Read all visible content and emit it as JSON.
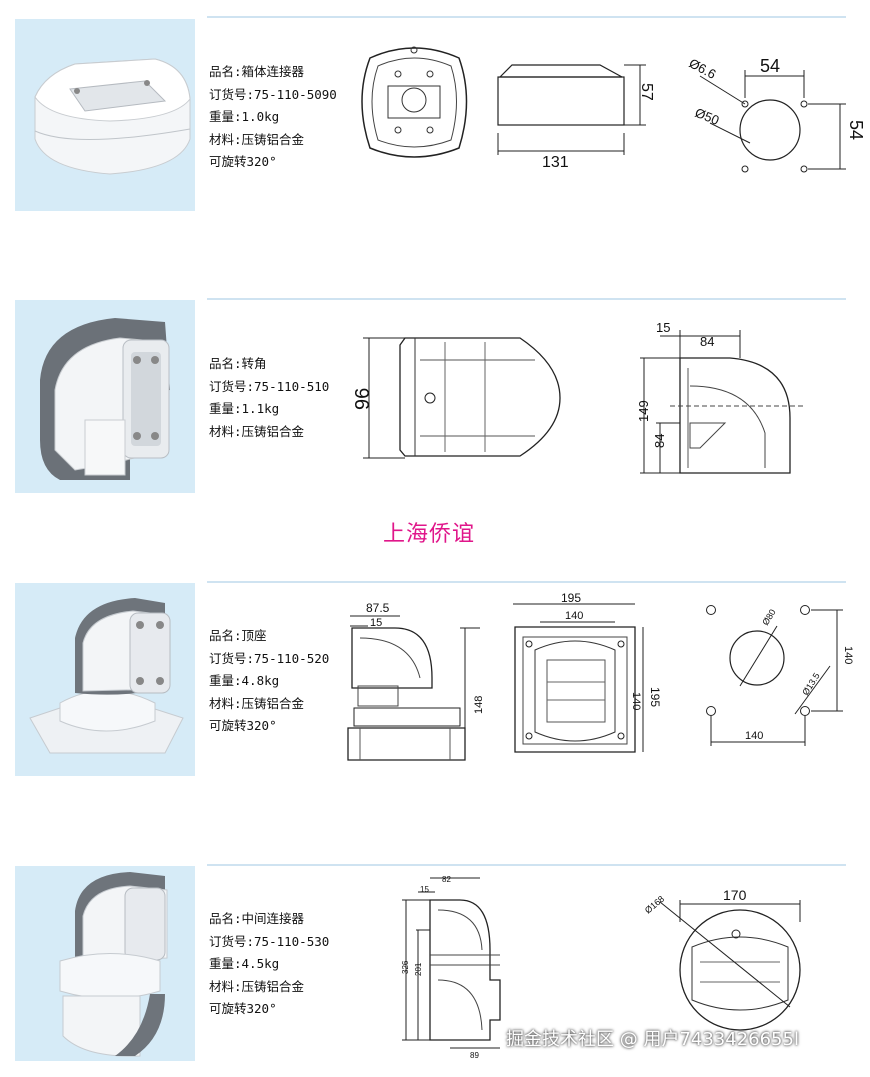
{
  "brand_text": "上海侨谊",
  "watermark_text": "掘金技术社区 @ 用户7433426655l",
  "products": [
    {
      "name_line": "品名:箱体连接器",
      "order_line": "订货号:75-110-5090",
      "weight_line": "重量:1.0kg",
      "material_line": "材料:压铸铝合金",
      "rotate_line": "可旋转320°",
      "dims": {
        "height": "57",
        "width": "131",
        "hole_dia": "Ø6.6",
        "circle_dia": "Ø50",
        "spacing_h": "54",
        "spacing_v": "54"
      }
    },
    {
      "name_line": "品名:转角",
      "order_line": "订货号:75-110-510",
      "weight_line": "重量:1.1kg",
      "material_line": "材料:压铸铝合金",
      "dims": {
        "height": "96",
        "top_offset": "15",
        "top_width": "84",
        "total_height": "149",
        "lower_height": "84"
      }
    },
    {
      "name_line": "品名:顶座",
      "order_line": "订货号:75-110-520",
      "weight_line": "重量:4.8kg",
      "material_line": "材料:压铸铝合金",
      "rotate_line": "可旋转320°",
      "dims": {
        "top_width": "87.5",
        "top_offset": "15",
        "height": "148",
        "outer_width": "195",
        "inner_width": "140",
        "inner_height": "140",
        "outer_height": "195",
        "circle_dia": "Ø80",
        "hole_dia": "Ø13.5",
        "pattern_v": "140",
        "pattern_h": "140"
      }
    },
    {
      "name_line": "品名:中间连接器",
      "order_line": "订货号:75-110-530",
      "weight_line": "重量:4.5kg",
      "material_line": "材料:压铸铝合金",
      "rotate_line": "可旋转320°",
      "dims": {
        "top_width": "82",
        "top_offset": "15",
        "total_height": "326",
        "mid_height": "201",
        "bottom_width": "89",
        "circle_dia": "Ø168",
        "width": "170"
      }
    }
  ]
}
